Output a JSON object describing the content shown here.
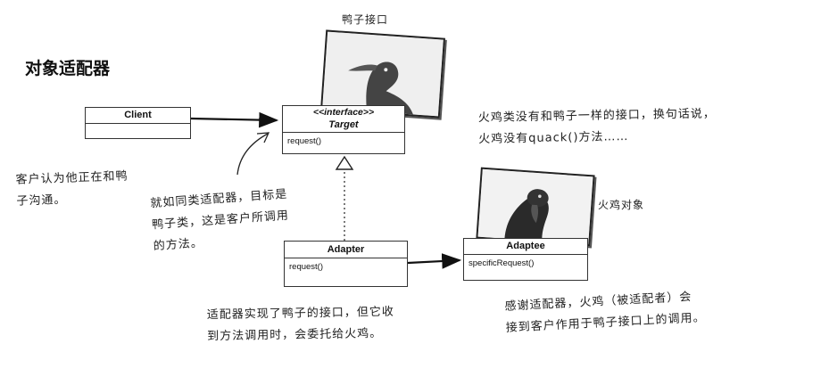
{
  "title": "对象适配器",
  "photos": {
    "duck_label": "鸭子接口",
    "turkey_label": "火鸡对象"
  },
  "classes": {
    "client": {
      "name": "Client"
    },
    "target": {
      "stereotype": "<<interface>>",
      "name": "Target",
      "op": "request()"
    },
    "adapter": {
      "name": "Adapter",
      "op": "request()"
    },
    "adaptee": {
      "name": "Adaptee",
      "op": "specificRequest()"
    }
  },
  "notes": {
    "client_note": [
      "客户认为他正在和鸭",
      "子沟通。"
    ],
    "adapter_note": [
      "就如同类适配器，目标是",
      "鸭子类，这是客户所调用",
      "的方法。"
    ],
    "turkey_note": [
      "火鸡类没有和鸭子一样的接口，换句话说，",
      "火鸡没有quack()方法……"
    ],
    "bottom_note": [
      "适配器实现了鸭子的接口，但它收",
      "到方法调用时，会委托给火鸡。"
    ],
    "adaptee_note": [
      "感谢适配器，火鸡（被适配者）会",
      "接到客户作用于鸭子接口上的调用。"
    ]
  }
}
